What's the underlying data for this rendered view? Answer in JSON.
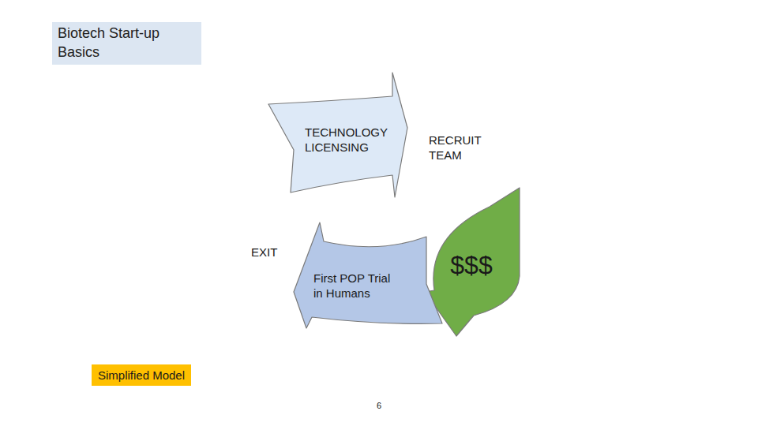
{
  "diagram": {
    "title": "Biotech Start-up Basics",
    "nodes": [
      {
        "text": [
          "TECHNOLOGY LICENSING"
        ]
      },
      {
        "text": [
          "RECRUIT TEAM"
        ]
      },
      {
        "text": [
          "$$$"
        ]
      },
      {
        "text": [
          "First POP Trial in Humans"
        ]
      },
      {
        "text": [
          "EXIT"
        ]
      }
    ],
    "labels": [
      "Simplified Model",
      "6"
    ]
  }
}
